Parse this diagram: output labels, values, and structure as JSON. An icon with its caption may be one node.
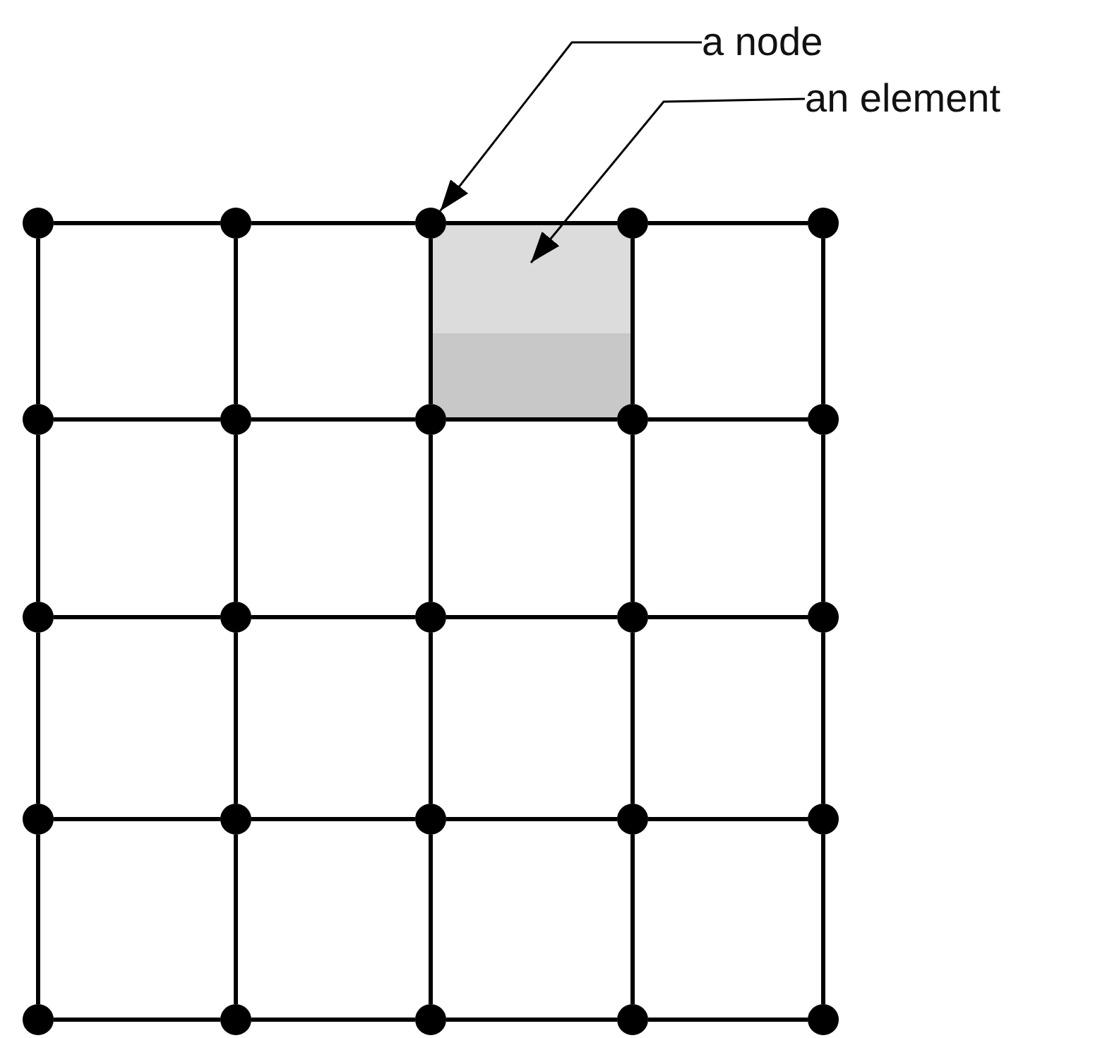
{
  "diagram": {
    "nodes": [
      {
        "text": [
          "a node"
        ]
      },
      {
        "text": [
          "an element"
        ]
      },
      {
        "text": [],
        "shape": "circle"
      },
      {
        "text": [],
        "shape": "circle"
      },
      {
        "text": [],
        "shape": "circle"
      },
      {
        "text": [],
        "shape": "circle"
      },
      {
        "text": [],
        "shape": "circle"
      },
      {
        "text": [],
        "shape": "circle"
      },
      {
        "text": [],
        "shape": "circle"
      },
      {
        "text": [],
        "shape": "circle"
      },
      {
        "text": [],
        "shape": "circle"
      },
      {
        "text": [],
        "shape": "circle"
      },
      {
        "text": [],
        "shape": "circle"
      },
      {
        "text": [],
        "shape": "circle"
      },
      {
        "text": [],
        "shape": "circle"
      },
      {
        "text": [],
        "shape": "circle"
      },
      {
        "text": [],
        "shape": "circle"
      },
      {
        "text": [],
        "shape": "circle"
      },
      {
        "text": [],
        "shape": "circle"
      },
      {
        "text": [],
        "shape": "circle"
      },
      {
        "text": [],
        "shape": "circle"
      },
      {
        "text": [],
        "shape": "circle"
      },
      {
        "text": [],
        "shape": "circle"
      },
      {
        "text": [],
        "shape": "circle"
      },
      {
        "text": [],
        "shape": "circle"
      },
      {
        "text": [],
        "shape": "circle"
      },
      {
        "text": [],
        "shape": "circle"
      },
      {
        "text": [],
        "shape": "box"
      }
    ],
    "edges": [
      {
        "from": 0,
        "to": 4,
        "arrow": "to"
      },
      {
        "from": 1,
        "to": 27,
        "arrow": "to"
      },
      {
        "from": 2,
        "to": 3,
        "arrow": "none"
      },
      {
        "from": 3,
        "to": 4,
        "arrow": "none"
      },
      {
        "from": 4,
        "to": 5,
        "arrow": "none"
      },
      {
        "from": 5,
        "to": 6,
        "arrow": "none"
      },
      {
        "from": 7,
        "to": 8,
        "arrow": "none"
      },
      {
        "from": 8,
        "to": 9,
        "arrow": "none"
      },
      {
        "from": 9,
        "to": 10,
        "arrow": "none"
      },
      {
        "from": 10,
        "to": 11,
        "arrow": "none"
      },
      {
        "from": 12,
        "to": 13,
        "arrow": "none"
      },
      {
        "from": 13,
        "to": 14,
        "arrow": "none"
      },
      {
        "from": 14,
        "to": 15,
        "arrow": "none"
      },
      {
        "from": 15,
        "to": 16,
        "arrow": "none"
      },
      {
        "from": 17,
        "to": 18,
        "arrow": "none"
      },
      {
        "from": 18,
        "to": 19,
        "arrow": "none"
      },
      {
        "from": 19,
        "to": 20,
        "arrow": "none"
      },
      {
        "from": 20,
        "to": 21,
        "arrow": "none"
      },
      {
        "from": 22,
        "to": 23,
        "arrow": "none"
      },
      {
        "from": 23,
        "to": 24,
        "arrow": "none"
      },
      {
        "from": 24,
        "to": 25,
        "arrow": "none"
      },
      {
        "from": 25,
        "to": 26,
        "arrow": "none"
      },
      {
        "from": 2,
        "to": 7,
        "arrow": "none"
      },
      {
        "from": 7,
        "to": 12,
        "arrow": "none"
      },
      {
        "from": 12,
        "to": 17,
        "arrow": "none"
      },
      {
        "from": 17,
        "to": 22,
        "arrow": "none"
      },
      {
        "from": 3,
        "to": 8,
        "arrow": "none"
      },
      {
        "from": 8,
        "to": 13,
        "arrow": "none"
      },
      {
        "from": 13,
        "to": 18,
        "arrow": "none"
      },
      {
        "from": 18,
        "to": 23,
        "arrow": "none"
      },
      {
        "from": 4,
        "to": 9,
        "arrow": "none"
      },
      {
        "from": 9,
        "to": 14,
        "arrow": "none"
      },
      {
        "from": 14,
        "to": 19,
        "arrow": "none"
      },
      {
        "from": 19,
        "to": 24,
        "arrow": "none"
      },
      {
        "from": 5,
        "to": 10,
        "arrow": "none"
      },
      {
        "from": 10,
        "to": 15,
        "arrow": "none"
      },
      {
        "from": 15,
        "to": 20,
        "arrow": "none"
      },
      {
        "from": 20,
        "to": 25,
        "arrow": "none"
      },
      {
        "from": 6,
        "to": 11,
        "arrow": "none"
      },
      {
        "from": 11,
        "to": 16,
        "arrow": "none"
      },
      {
        "from": 16,
        "to": 21,
        "arrow": "none"
      },
      {
        "from": 21,
        "to": 26,
        "arrow": "none"
      }
    ]
  }
}
